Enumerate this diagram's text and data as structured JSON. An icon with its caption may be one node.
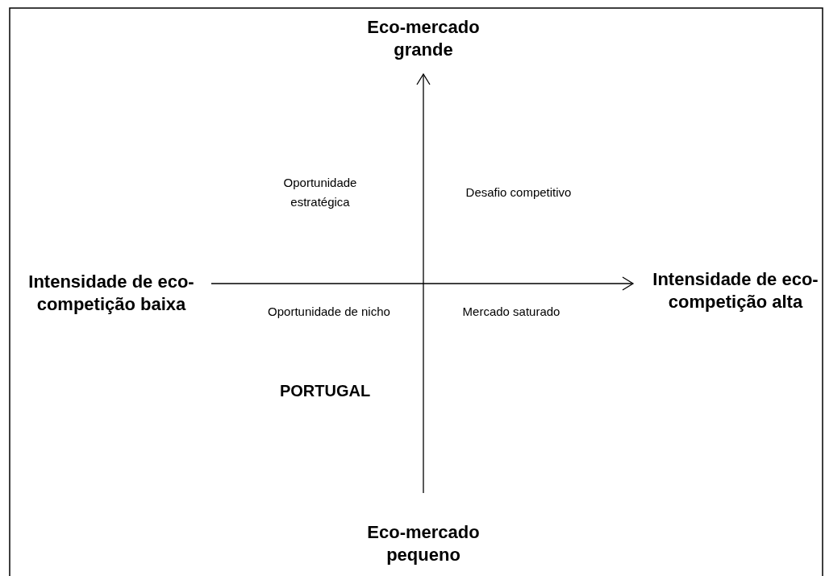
{
  "diagram": {
    "labels": [
      "Eco-mercado grande",
      "Oportunidade estratégica",
      "Desafio competitivo",
      "Intensidade de eco-competição baixa",
      "Intensidade de eco-competição alta",
      "Oportunidade de nicho",
      "Mercado saturado",
      "PORTUGAL",
      "Eco-mercado pequeno"
    ]
  }
}
